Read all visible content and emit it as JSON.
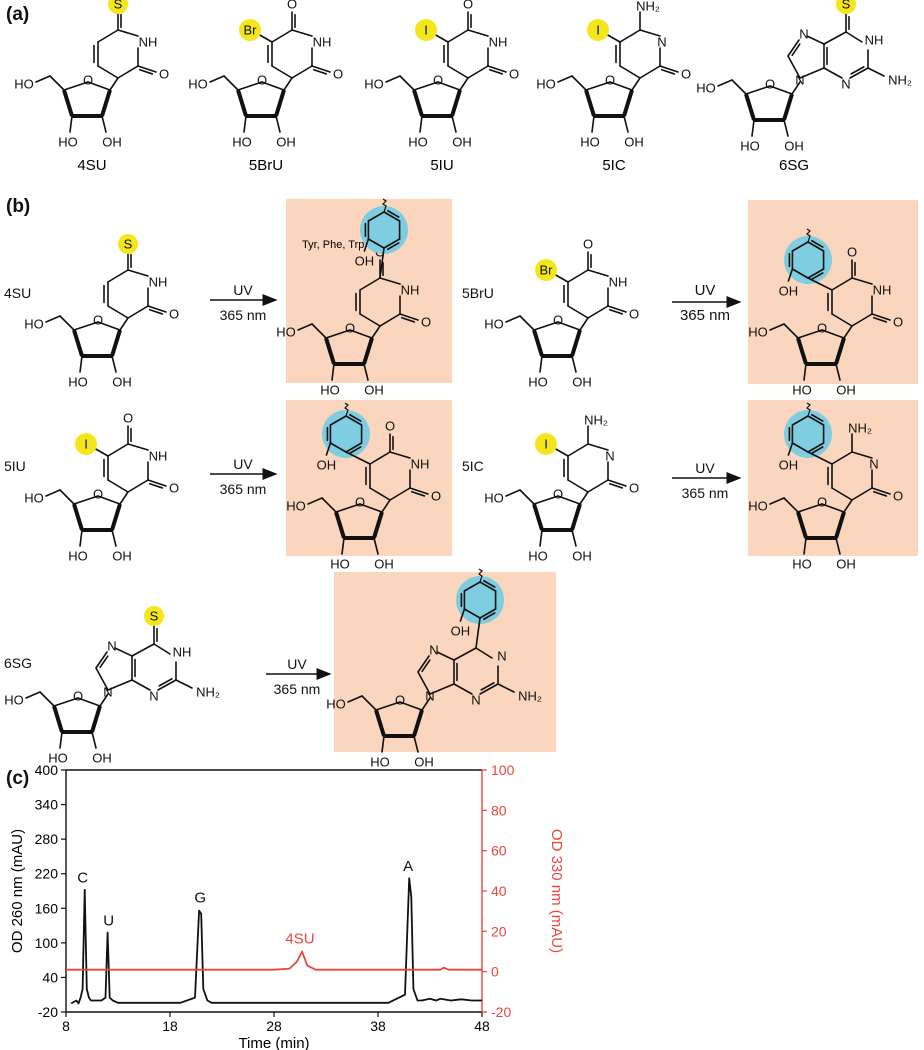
{
  "panels": {
    "a": "(a)",
    "b": "(b)",
    "c": "(c)"
  },
  "panel_a": {
    "molecules": [
      {
        "name": "4SU",
        "label": "S",
        "kind": "pyrimidine",
        "subst": "S",
        "topRight": "O"
      },
      {
        "name": "5BrU",
        "label": "Br",
        "kind": "pyrimidine",
        "subst": "Br",
        "topRight": "O"
      },
      {
        "name": "5IU",
        "label": "I",
        "kind": "pyrimidine",
        "subst": "I",
        "topRight": "O"
      },
      {
        "name": "5IC",
        "label": "I",
        "kind": "cytidine",
        "subst": "I",
        "topRight": "NH2"
      },
      {
        "name": "6SG",
        "label": "S",
        "kind": "purine",
        "subst": "S",
        "topRight": ""
      }
    ]
  },
  "panel_b": {
    "reactions": [
      {
        "reactant": "4SU",
        "arrow_top": "UV",
        "arrow_bottom": "365 nm",
        "product_note": "Tyr, Phe, Trp"
      },
      {
        "reactant": "5BrU",
        "arrow_top": "UV",
        "arrow_bottom": "365 nm"
      },
      {
        "reactant": "5IU",
        "arrow_top": "UV",
        "arrow_bottom": "365 nm"
      },
      {
        "reactant": "5IC",
        "arrow_top": "UV",
        "arrow_bottom": "365 nm"
      },
      {
        "reactant": "6SG",
        "arrow_top": "UV",
        "arrow_bottom": "365 nm"
      }
    ]
  },
  "atom_labels": {
    "HO": "HO",
    "OH": "OH",
    "O": "O",
    "NH": "NH",
    "N": "N",
    "NH2": "NH₂",
    "S": "S",
    "Br": "Br",
    "I": "I"
  },
  "colors": {
    "highlight": "#f3e61c",
    "ring": "#7fcde0",
    "box": "#f9d6bd",
    "red": "#e8473a",
    "black": "#111111"
  },
  "chart_data": {
    "type": "line",
    "xlabel": "Time (min)",
    "ylabel_left": "OD 260 nm (mAU)",
    "ylabel_right": "OD 330 nm (mAU)",
    "xlim": [
      8,
      48
    ],
    "ylim_left": [
      -20,
      400
    ],
    "ylim_right": [
      -20,
      100
    ],
    "x_ticks": [
      8,
      18,
      28,
      38,
      48
    ],
    "y_ticks_left": [
      -20,
      40,
      100,
      160,
      220,
      280,
      340,
      400
    ],
    "y_ticks_right": [
      -20,
      0,
      20,
      40,
      60,
      80,
      100
    ],
    "series": [
      {
        "color": "#111111",
        "axis": "left",
        "x": [
          8.5,
          9.0,
          9.2,
          9.4,
          9.6,
          9.8,
          10.0,
          10.2,
          10.4,
          10.8,
          11.4,
          11.8,
          12.0,
          12.2,
          12.5,
          13,
          15,
          17,
          19,
          20.4,
          20.8,
          21.0,
          21.2,
          21.6,
          22,
          24,
          26,
          28,
          30,
          32,
          34,
          36,
          38,
          39,
          40.6,
          41.0,
          41.2,
          41.4,
          41.8,
          42.2,
          43,
          43.6,
          44,
          45,
          46,
          47,
          48
        ],
        "y": [
          -5,
          0,
          -5,
          5,
          20,
          192,
          20,
          5,
          0,
          0,
          0,
          5,
          118,
          5,
          0,
          -4,
          -4,
          -4,
          -4,
          5,
          156,
          150,
          20,
          0,
          -4,
          -4,
          -4,
          -4,
          -4,
          -4,
          -4,
          -4,
          -4,
          -4,
          10,
          212,
          180,
          20,
          0,
          0,
          3,
          0,
          3,
          0,
          2,
          0,
          0
        ]
      },
      {
        "color": "#e8473a",
        "axis": "right",
        "x": [
          8,
          10,
          14,
          18,
          22,
          26,
          28,
          29.5,
          30.2,
          30.7,
          31.2,
          32,
          36,
          40,
          42,
          44,
          44.3,
          44.8,
          46,
          48
        ],
        "y": [
          1,
          1,
          1,
          1,
          1,
          1,
          1,
          1.5,
          5,
          10,
          3,
          1,
          1,
          1,
          1,
          1,
          2,
          1,
          1,
          1
        ]
      }
    ],
    "annotations": [
      {
        "text": "C",
        "x": 9.6,
        "y": 205,
        "axis": "left",
        "color": "#111111"
      },
      {
        "text": "U",
        "x": 12.1,
        "y": 130,
        "axis": "left",
        "color": "#111111"
      },
      {
        "text": "G",
        "x": 20.9,
        "y": 170,
        "axis": "left",
        "color": "#111111"
      },
      {
        "text": "A",
        "x": 40.9,
        "y": 225,
        "axis": "left",
        "color": "#111111"
      },
      {
        "text": "4SU",
        "x": 30.5,
        "y": 14,
        "axis": "right",
        "color": "#e8473a"
      }
    ]
  }
}
